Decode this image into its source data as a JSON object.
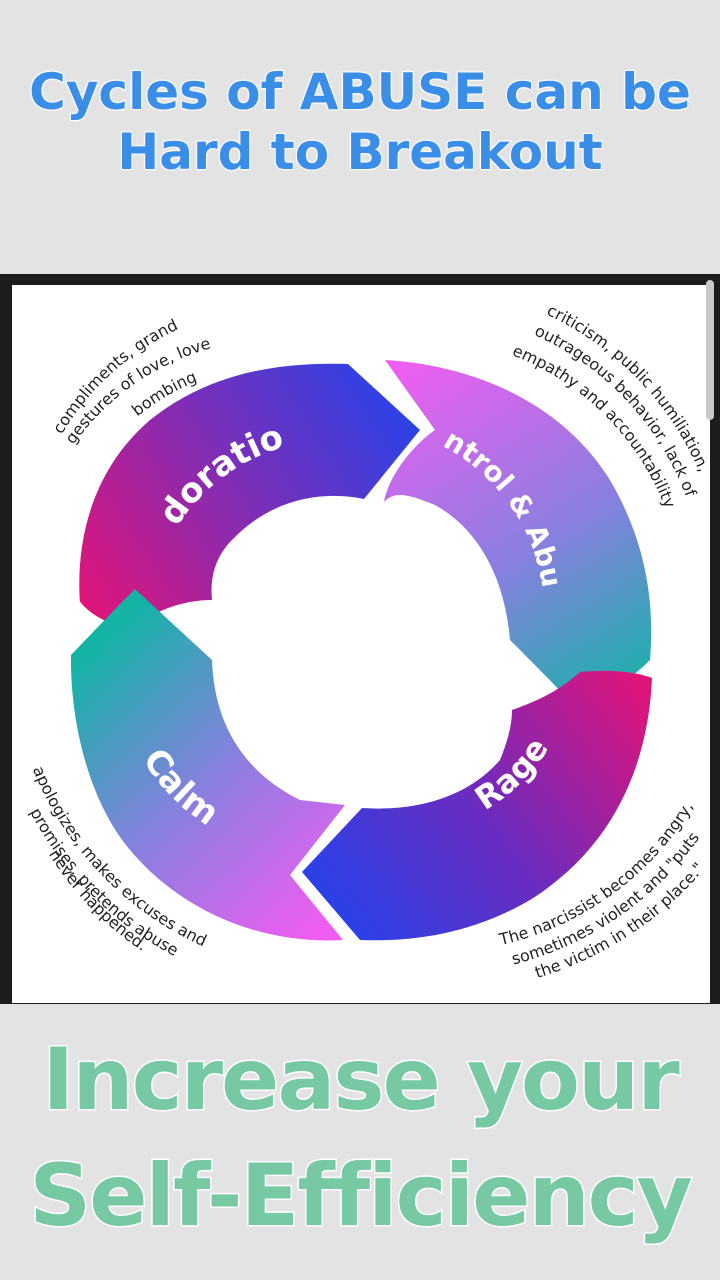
{
  "top_caption": {
    "line1": "Cycles of ABUSE can be",
    "line2": "Hard to Breakout"
  },
  "diagram": {
    "stages": [
      {
        "label": "Adoration",
        "note_lines": [
          "compliments, grand",
          "gestures of love, love",
          "bombing"
        ]
      },
      {
        "label": "Control & Abuse",
        "note_lines": [
          "criticism, public humiliation,",
          "outrageous behavior, lack of",
          "empathy and accountability"
        ]
      },
      {
        "label": "Rage",
        "note_lines": [
          "The narcissist becomes angry,",
          "sometimes violent and \"puts",
          "the victim in their place.\""
        ]
      },
      {
        "label": "Calm",
        "note_lines": [
          "apologizes, makes excuses and",
          "promises, pretends abuse",
          "never happened."
        ]
      }
    ]
  },
  "bottom_caption": {
    "line1": "Increase your",
    "line2": "Self-Efficiency"
  },
  "colors": {
    "title_blue": "#3a8ee8",
    "caption_green": "#77c9a4",
    "magenta": "#e0147a",
    "purple": "#7a2fb8",
    "blue": "#1f45ee",
    "pink": "#f05df0",
    "teal": "#14b3a6"
  }
}
